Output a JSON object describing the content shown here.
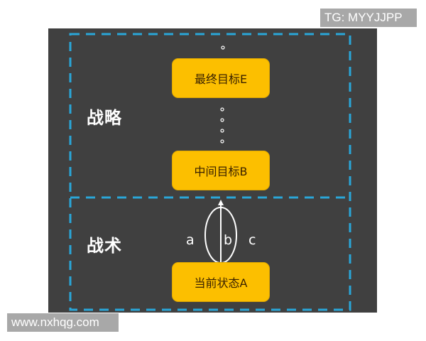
{
  "watermarks": {
    "top": "TG: MYYJJPP",
    "bottom": "www.nxhqg.com"
  },
  "sections": {
    "strategy": {
      "label": "战略"
    },
    "tactics": {
      "label": "战术"
    }
  },
  "goals": {
    "final": {
      "label": "最终目标E"
    },
    "intermediate": {
      "label": "中间目标B"
    },
    "current": {
      "label": "当前状态A"
    }
  },
  "paths": {
    "a": "a",
    "b": "b",
    "c": "c"
  },
  "colors": {
    "panel_background": "#404040",
    "dashed_border": "#2aa6d8",
    "goal_box": "#fcbf00",
    "goal_text": "#3a2200",
    "label_text": "#ffffff",
    "watermark_background": "#a8a8a8"
  },
  "ellipsis_dots": {
    "above_final_count": 1,
    "between_goals_count": 4
  }
}
